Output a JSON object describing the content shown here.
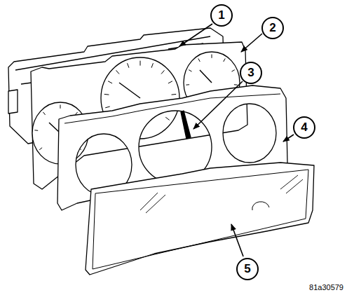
{
  "diagram": {
    "nodes": [
      {
        "text": [
          "1"
        ]
      },
      {
        "text": [
          "2"
        ]
      },
      {
        "text": [
          "3"
        ]
      },
      {
        "text": [
          "4"
        ]
      },
      {
        "text": [
          "5"
        ]
      }
    ],
    "labels": [
      "81a30579"
    ]
  }
}
